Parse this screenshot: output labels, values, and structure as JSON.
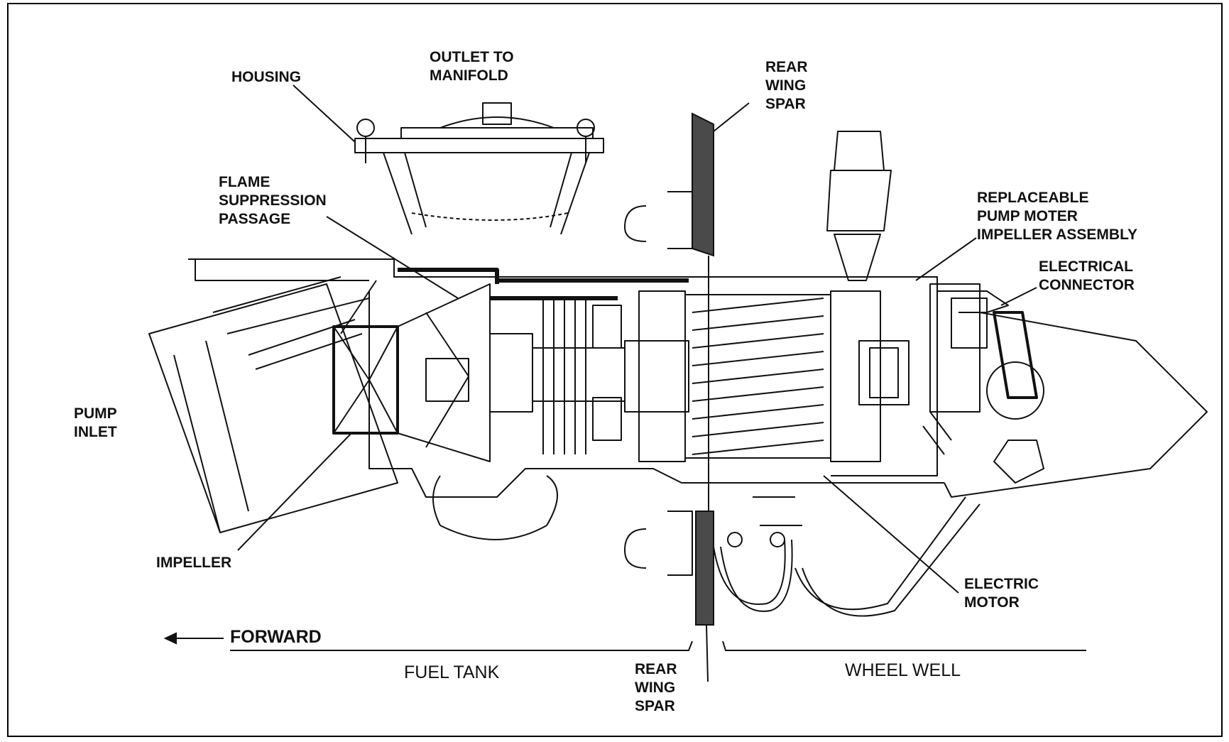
{
  "labels": {
    "housing": "HOUSING",
    "outlet": "OUTLET TO\nMANIFOLD",
    "rear_spar_top": "REAR\nWING\nSPAR",
    "flame": "FLAME\nSUPPRESSION\nPASSAGE",
    "replaceable": "REPLACEABLE\nPUMP MOTER\nIMPELLER ASSEMBLY",
    "connector": "ELECTRICAL\nCONNECTOR",
    "pump_inlet": "PUMP\nINLET",
    "impeller": "IMPELLER",
    "electric_motor": "ELECTRIC\nMOTOR",
    "forward": "FORWARD",
    "fuel_tank": "FUEL TANK",
    "rear_spar_bottom": "REAR\nWING\nSPAR",
    "wheel_well": "WHEEL WELL"
  },
  "colors": {
    "ink": "#111111",
    "spar": "#4a4a4a",
    "background": "#ffffff"
  }
}
